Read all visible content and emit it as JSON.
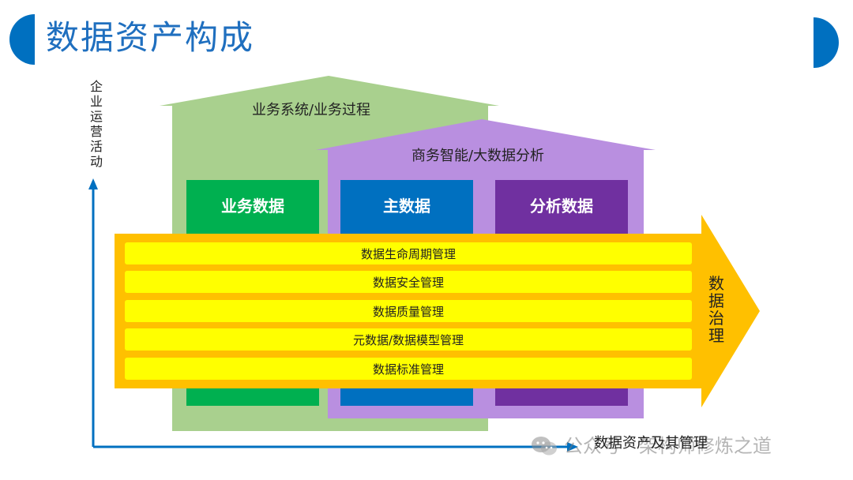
{
  "title": "数据资产构成",
  "axes": {
    "y_label": "企业运营活动",
    "x_label": "数据资产及其管理"
  },
  "outer_house": {
    "label": "业务系统/业务过程",
    "color": "#a9d08e"
  },
  "inner_house": {
    "label": "商务智能/大数据分析",
    "color": "#b98fe0"
  },
  "columns": [
    {
      "label": "业务数据",
      "color": "#00b050"
    },
    {
      "label": "主数据",
      "color": "#0070c0"
    },
    {
      "label": "分析数据",
      "color": "#7030a0"
    }
  ],
  "governance": {
    "label": "数据治理",
    "color": "#ffc000",
    "rows": [
      "数据生命周期管理",
      "数据安全管理",
      "数据质量管理",
      "元数据/数据模型管理",
      "数据标准管理"
    ],
    "row_color": "#ffff00"
  },
  "accent_color": "#0070c0",
  "watermark": {
    "text": "公众号 · 架构师修炼之道",
    "icon": "wechat-icon"
  }
}
